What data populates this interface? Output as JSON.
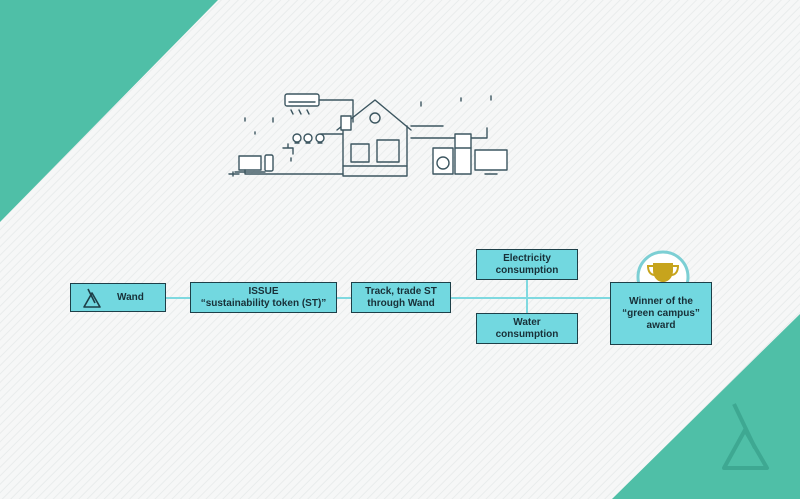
{
  "colors": {
    "teal": "#4fbfa7",
    "box_fill": "#72d8e0",
    "box_border": "#1d3f48",
    "background": "#f3f5f5",
    "line": "#7fd9e0"
  },
  "illustration": {
    "icons": [
      "air-conditioner-icon",
      "light-bulb-icon",
      "house-icon",
      "laptop-icon",
      "phone-icon",
      "water-tap-icon",
      "washing-machine-icon",
      "fridge-icon",
      "tv-monitor-icon",
      "power-plug-icon"
    ]
  },
  "diagram": {
    "wand_label": "Wand",
    "issue_line1": "ISSUE",
    "issue_line2": "“sustainability token (ST)”",
    "track_line1": "Track, trade ST",
    "track_line2": "through Wand",
    "electricity_line1": "Electricity",
    "electricity_line2": "consumption",
    "water_line1": "Water",
    "water_line2": "consumption",
    "winner_line1": "Winner of the",
    "winner_line2": "“green campus”",
    "winner_line3": "award"
  }
}
